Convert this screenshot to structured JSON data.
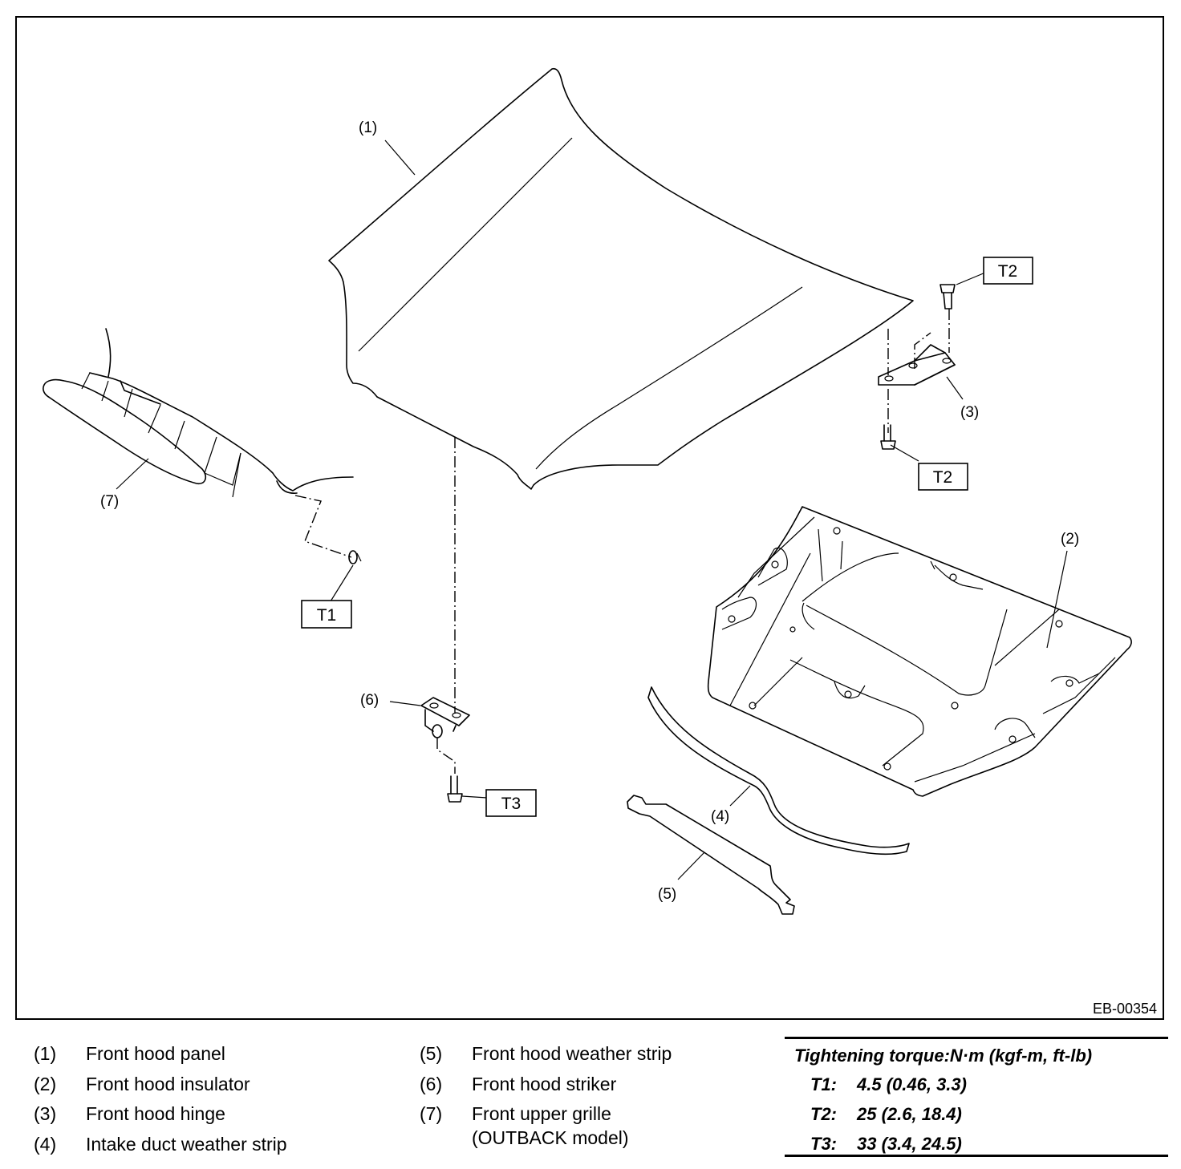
{
  "figure_id": "EB-00354",
  "callouts": {
    "c1": "(1)",
    "c2": "(2)",
    "c3": "(3)",
    "c4": "(4)",
    "c5": "(5)",
    "c6": "(6)",
    "c7": "(7)"
  },
  "torque_tags": {
    "t1": "T1",
    "t2a": "T2",
    "t2b": "T2",
    "t3": "T3"
  },
  "legend_left": [
    {
      "num": "(1)",
      "text": "Front hood panel"
    },
    {
      "num": "(2)",
      "text": "Front hood insulator"
    },
    {
      "num": "(3)",
      "text": "Front hood hinge"
    },
    {
      "num": "(4)",
      "text": "Intake duct weather strip"
    }
  ],
  "legend_mid": [
    {
      "num": "(5)",
      "text": "Front hood weather strip"
    },
    {
      "num": "(6)",
      "text": "Front hood striker"
    },
    {
      "num": "(7)",
      "text": "Front upper grille"
    },
    {
      "num": "",
      "text": "(OUTBACK model)"
    }
  ],
  "torque": {
    "title": "Tightening torque:N·m (kgf-m, ft-lb)",
    "rows": [
      {
        "key": "T1:",
        "value": "4.5 (0.46, 3.3)"
      },
      {
        "key": "T2:",
        "value": "25 (2.6, 18.4)"
      },
      {
        "key": "T3:",
        "value": "33 (3.4, 24.5)"
      }
    ]
  }
}
